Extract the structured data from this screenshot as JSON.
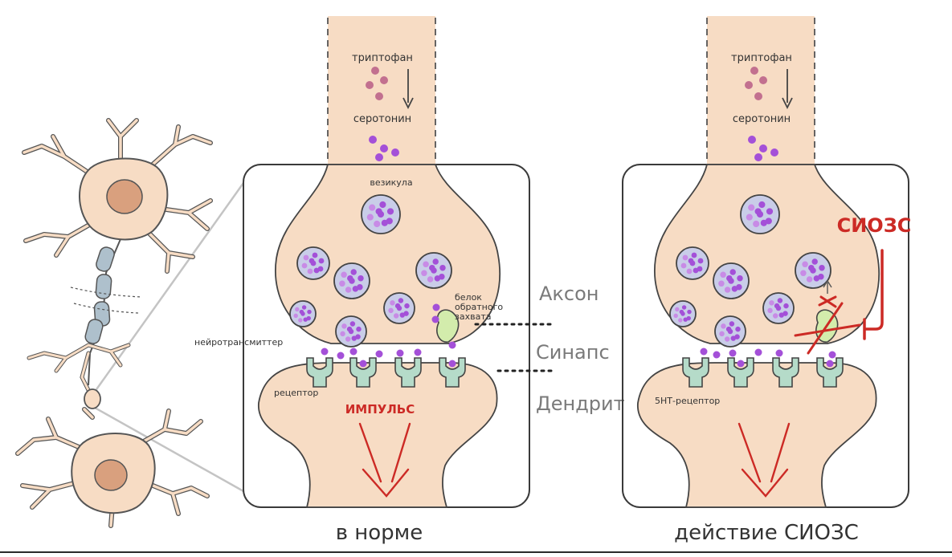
{
  "labels": {
    "tryptophan": "триптофан",
    "serotonin": "серотонин",
    "vesicle": "везикула",
    "reuptake_protein": [
      "белок",
      "обратного",
      "захвата"
    ],
    "neurotransmitter": "нейротрансмиттер",
    "receptor": "рецептор",
    "impulse": "ИМПУЛЬС",
    "axon": "Аксон",
    "synapse": "Синапс",
    "dendrite": "Дендрит",
    "receptor_5ht": "5НТ-рецептор",
    "ssri": "СИОЗС"
  },
  "captions": {
    "normal": "в норме",
    "ssri_action": "действие СИОЗС"
  },
  "colors": {
    "tissue": "#f7dcc4",
    "outline": "#444444",
    "nucleus": "#d9a07e",
    "myelin": "#aec0cc",
    "vesicle_fill": "#c9cde8",
    "serotonin": "#a450d8",
    "tryptophan": "#c2708f",
    "receptor": "#b5dbc9",
    "reuptake": "#d3ecac",
    "impulse_red": "#cc2a25"
  }
}
